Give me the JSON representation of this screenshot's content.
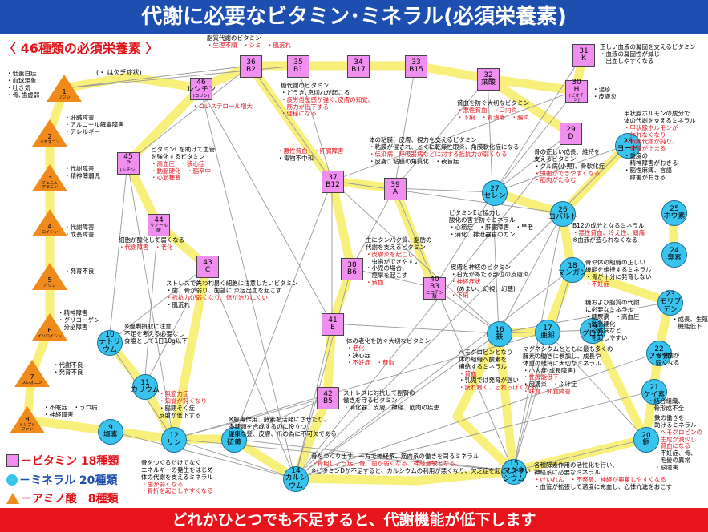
{
  "title": "代謝に必要なビタミン･ミネラル(必須栄養素)",
  "subtitle": "〈 46種類の必須栄養素 〉",
  "deficiency_note": "(・ は欠乏症状)",
  "footer": "どれかひとつでも不足すると、代謝機能が低下します",
  "legend": {
    "vitamin": "－ビタミン 18種類",
    "mineral": "－ミネラル 20種類",
    "amino": "－アミノ酸　8種類"
  },
  "colors": {
    "vitamin": "#f08ff0",
    "mineral": "#39c4ef",
    "amino": "#f08a1a",
    "title_bar": "#1d4fb0",
    "footer_bar": "#e8141c",
    "warning_text": "#e0161c",
    "path": "#f8f07a"
  },
  "amino_nodes": [
    {
      "id": "1",
      "name": "リジン"
    },
    {
      "id": "2",
      "name": "メチオニン"
    },
    {
      "id": "3",
      "name": "フェニル\nアラニン"
    },
    {
      "id": "4",
      "name": "ロイシン"
    },
    {
      "id": "5",
      "name": "バリン"
    },
    {
      "id": "6",
      "name": "イソロイシン"
    },
    {
      "id": "7",
      "name": "スレオニン"
    },
    {
      "id": "8",
      "name": "トリプト\nファン"
    }
  ],
  "vitamin_nodes": [
    {
      "id": "36",
      "name": "B2"
    },
    {
      "id": "35",
      "name": "B1"
    },
    {
      "id": "34",
      "name": "B17"
    },
    {
      "id": "33",
      "name": "B15"
    },
    {
      "id": "32",
      "name": "葉酸"
    },
    {
      "id": "31",
      "name": "K"
    },
    {
      "id": "30",
      "name": "H",
      "sub": "(ビオチン)"
    },
    {
      "id": "29",
      "name": "D"
    },
    {
      "id": "46",
      "name": "レシチン",
      "sub": "(コリン)"
    },
    {
      "id": "45",
      "name": "P",
      "sub": "(ルチン)"
    },
    {
      "id": "44",
      "name": "",
      "sub": "リノール酸"
    },
    {
      "id": "43",
      "name": "C"
    },
    {
      "id": "37",
      "name": "B12"
    },
    {
      "id": "39",
      "name": "A"
    },
    {
      "id": "38",
      "name": "B6"
    },
    {
      "id": "40",
      "name": "B3",
      "sub": "ニコチン酸"
    },
    {
      "id": "41",
      "name": "E"
    },
    {
      "id": "42",
      "name": "B5"
    }
  ],
  "mineral_nodes": [
    {
      "id": "28",
      "name": "ヨード"
    },
    {
      "id": "27",
      "name": "セレン"
    },
    {
      "id": "26",
      "name": "コバルト"
    },
    {
      "id": "25",
      "name": "ホウ素"
    },
    {
      "id": "24",
      "name": "臭素"
    },
    {
      "id": "18",
      "name": "マンガン"
    },
    {
      "id": "23",
      "name": "モリブ\nデン"
    },
    {
      "id": "17",
      "name": "亜鉛"
    },
    {
      "id": "19",
      "name": "クロム"
    },
    {
      "id": "22",
      "name": "フッ素"
    },
    {
      "id": "16",
      "name": "鉄"
    },
    {
      "id": "21",
      "name": "ケイ素"
    },
    {
      "id": "20",
      "name": "銅"
    },
    {
      "id": "10",
      "name": "ナトリ\nウム"
    },
    {
      "id": "11",
      "name": "カリウム"
    },
    {
      "id": "9",
      "name": "塩素"
    },
    {
      "id": "12",
      "name": "リン"
    },
    {
      "id": "13",
      "name": "硫黄"
    },
    {
      "id": "14",
      "name": "カルシ\nウム"
    },
    {
      "id": "15",
      "name": "マグネ\nシウム"
    }
  ],
  "descriptions": [
    {
      "id": "d_amino1",
      "lines": [
        "・低蛋白症",
        "・血球現象",
        "・吐き気",
        "・骨､歯虚弱"
      ]
    },
    {
      "id": "d_amino2",
      "lines": [
        "・肝臓障害",
        "・アルコール解毒障害",
        "・アレルギー"
      ]
    },
    {
      "id": "d_amino3",
      "lines": [
        "・代謝障害",
        "・精神薄弱児"
      ]
    },
    {
      "id": "d_amino4",
      "lines": [
        "・代謝障害",
        "・成長障害"
      ]
    },
    {
      "id": "d_amino5",
      "lines": [
        "・発育不良"
      ]
    },
    {
      "id": "d_amino6",
      "lines": [
        "・精神障害",
        "・グリコーゲン",
        "　分泌障害"
      ]
    },
    {
      "id": "d_amino7",
      "lines": [
        "・代謝不良",
        "・発育不良"
      ]
    },
    {
      "id": "d_amino8",
      "lines": [
        "・不眠症　・うつ病",
        "・神経障害"
      ]
    },
    {
      "id": "d_b2",
      "lines": [
        "脂質代謝のビタミン"
      ],
      "red": [
        "・生理不順　・シミ　・肌荒れ"
      ]
    },
    {
      "id": "d_lecithin",
      "lines": [],
      "red": [
        "・コレステロール増大"
      ]
    },
    {
      "id": "d_b1",
      "lines": [
        "糖代謝のビタミン",
        "・どうき､息切れが起こる"
      ],
      "red": [
        "・疲労倦怠感が強く､皮膚の知覚､",
        "　筋力が低下する",
        "・便秘になる"
      ]
    },
    {
      "id": "d_folate",
      "lines": [
        "貧血を防ぐ大切なビタミン"
      ],
      "red": [
        "・悪性貧血　・口内炎",
        "・下痢　・胃潰瘍　・腸炎"
      ]
    },
    {
      "id": "d_k",
      "lines": [
        "正しい血液の凝固を支えるビタミン",
        "・血液の凝固性が減じ",
        "　出血しやすくなる"
      ]
    },
    {
      "id": "d_h",
      "lines": [
        "・湿疹",
        "・皮膚炎"
      ]
    },
    {
      "id": "d_iodine",
      "lines": [
        "甲状腺ホルモンの成分で",
        "体の代謝を支えるミネラル"
      ],
      "red": [
        "・甲状腺ホルモンが",
        "　作れなくなり",
        "・新陳代謝が鈍り、",
        "　発育が止まる"
      ],
      "after": [
        "・重度の",
        "　精神障害がおきる",
        "・脳性麻痺、言語",
        "　障害がおきる"
      ]
    },
    {
      "id": "d_d",
      "lines": [
        "骨の正しい成長、維持を",
        "支えるビタミン",
        "・クル病(小児)、骨軟化症"
      ],
      "red": [
        "・虫歯ができやすくなる",
        "・筋肉がたるむ"
      ]
    },
    {
      "id": "d_a",
      "lines": [
        "体の粘膜、皮膚、視力を支えるビタミン",
        "・粘膜が侵され、とくに乾燥性眼炎、角膜軟化症になる"
      ],
      "red": [
        "・伝染病、呼吸器病などに対する抵抗力が弱くなる"
      ],
      "after": [
        "・皮膚、粘膜の角質化　・夜盲症"
      ]
    },
    {
      "id": "d_b12",
      "lines": [],
      "red": [
        "・悪性貧血　・肝臓障害"
      ],
      "after": [
        "・毒物不中和"
      ]
    },
    {
      "id": "d_p",
      "lines": [
        "ビタミンCを助けて血管",
        "を強化するビタミン"
      ],
      "red": [
        "・高血圧　・狭心症",
        "・動脈硬化　・脳卒中",
        "・心筋梗塞"
      ]
    },
    {
      "id": "d_linoleic",
      "lines": [
        "細胞が酸化して弱くなる"
      ],
      "red": [
        "・代謝障害　・老化"
      ]
    },
    {
      "id": "d_c",
      "lines": [
        "ストレスで失われ易く細胞に注意したいビタミン",
        "・歯、骨が弱り、歯茎に 炎症出血を起こす"
      ],
      "red": [
        "・抵抗力が弱くなり、傷が治りにくい"
      ],
      "after": [
        "・肌荒れ"
      ]
    },
    {
      "id": "d_b6",
      "lines": [
        "主にタンパク質、脂肪の",
        "代謝を支えるビタミン"
      ],
      "red": [
        "・皮膚炎を起こし、"
      ],
      "after": [
        "　虫歯ができやすい",
        "・小児の場合、",
        "　痙攣を起こす"
      ],
      "red2": [
        "・貧血"
      ]
    },
    {
      "id": "d_se",
      "lines": [
        "ビタミンEと協力し",
        "酸化の害を防ぐミネラル",
        "・心筋症　・肝臓障害　・早老",
        "・消化、排泄器官のガン"
      ]
    },
    {
      "id": "d_co",
      "lines": [
        "B12の成分となるミネラル"
      ],
      "red": [
        "・悪性貧血、冷え性、頭痛"
      ],
      "after": [
        "※血液が造られなくなる"
      ]
    },
    {
      "id": "d_b3",
      "lines": [
        "皮膚と神経のビタミン",
        "・日光があたる部位の皮膚炎"
      ],
      "red": [
        "・神経症状"
      ],
      "after": [
        "　(めまい、幻視、幻聴)"
      ],
      "red2": [
        "・下痢"
      ]
    },
    {
      "id": "d_mn",
      "lines": [
        "骨や体の組織の正しい",
        "機能を維持するミネラル",
        "・骨が十分に発育しない"
      ],
      "red": [
        "・不妊症"
      ]
    },
    {
      "id": "d_mo",
      "lines": [
        "糖および脂質の代謝",
        "に必要なミネラル",
        "・糖尿病　・高血圧",
        "・動脈硬化",
        "・心臓病など",
        "　を起しやすい"
      ]
    },
    {
      "id": "d_b",
      "lines": [
        "・成長、生殖",
        "　機能低下"
      ]
    },
    {
      "id": "d_f",
      "lines": [
        "・骨や歯が",
        "　弱くなる"
      ]
    },
    {
      "id": "d_si",
      "lines": [
        "・結合組織、",
        "　骨形成不全"
      ]
    },
    {
      "id": "d_e",
      "lines": [
        "体の老化を防ぐ大切なビタミン"
      ],
      "red": [
        "・老化"
      ],
      "after": [
        "・狭心症"
      ],
      "red2": [
        "・不妊症　・貧血"
      ]
    },
    {
      "id": "d_fe",
      "lines": [
        "ヘモグロビンとなり",
        "体の組織へ酸素を",
        "補給するミネラル"
      ],
      "red": [
        "・貧血"
      ],
      "after": [
        "・乳児では発育が遅い"
      ],
      "red2": [
        "・疲れ易く、忘れっぽくなる"
      ]
    },
    {
      "id": "d_mg",
      "lines": [
        "マグネシウムとともに最も多くの",
        "酵素の働きに参加し、成長や",
        "体重の維持に大切なミネラル",
        "・小人症(成長障害)"
      ],
      "red": [
        "・性機能低下"
      ],
      "after": [
        "・皮膚炎　・ふけ症"
      ],
      "red2": [
        "・味覚、知覚障害"
      ]
    },
    {
      "id": "d_cu",
      "lines": [
        "鉄の働きを",
        "助けるミネラル"
      ],
      "red": [
        "・ヘモグロビンの",
        "　生成が減少し",
        "　貧血になる"
      ],
      "after": [
        "・不妊症、骨、",
        "　毛髪の異常",
        "・脳障害"
      ]
    },
    {
      "id": "d_na",
      "lines": [
        "※過剰摂取に注意",
        "不足を考える必要なし",
        "食塩として1日10g以下"
      ]
    },
    {
      "id": "d_k2",
      "lines": [],
      "red": [
        "・無筋力症",
        "・知覚が鈍くなり"
      ],
      "after": [
        "・腸閉そく症",
        "反射が低下する"
      ]
    },
    {
      "id": "d_b5",
      "lines": [
        "ストレスに対抗して副腎の",
        "働きを守るビタミン",
        "・消化器、皮膚、神経、筋肉の疾患"
      ]
    },
    {
      "id": "d_s",
      "lines": [
        "※解毒作用、酵素を活発にさせたり、",
        "多糖類を合成するのに役立つ",
        "健康な髪、皮膚、爪の為に不可欠である"
      ]
    },
    {
      "id": "d_p2",
      "lines": [
        "骨をつくるだけでなく",
        "エネルギーの発生をはじめ",
        "体の代謝を支えるミネラル"
      ],
      "red": [
        "・歯が弱くなる",
        "・骨折を起こしやすくなる"
      ]
    },
    {
      "id": "d_ca",
      "lines": [
        "骨をつくり出す、一方で神経系、筋肉系の働きを司るミネラル"
      ],
      "red": [
        "・骨粗しょう症、骨、歯が弱くなる、神経過敏となる"
      ],
      "after": [
        "※ビタミンDが不足すると、カルシウムの利用が悪くなり、欠乏症を起こしやすい"
      ]
    },
    {
      "id": "d_mg2",
      "lines": [
        "各種酵素作用の活性化を行い、",
        "神経系に必要なミネラル"
      ],
      "red": [
        "・けいれん　・不整脈、神経が興奮しやすくなる"
      ],
      "after": [
        "・血管が拡張して適度に充血し、心悸亢進をおこす"
      ]
    }
  ]
}
